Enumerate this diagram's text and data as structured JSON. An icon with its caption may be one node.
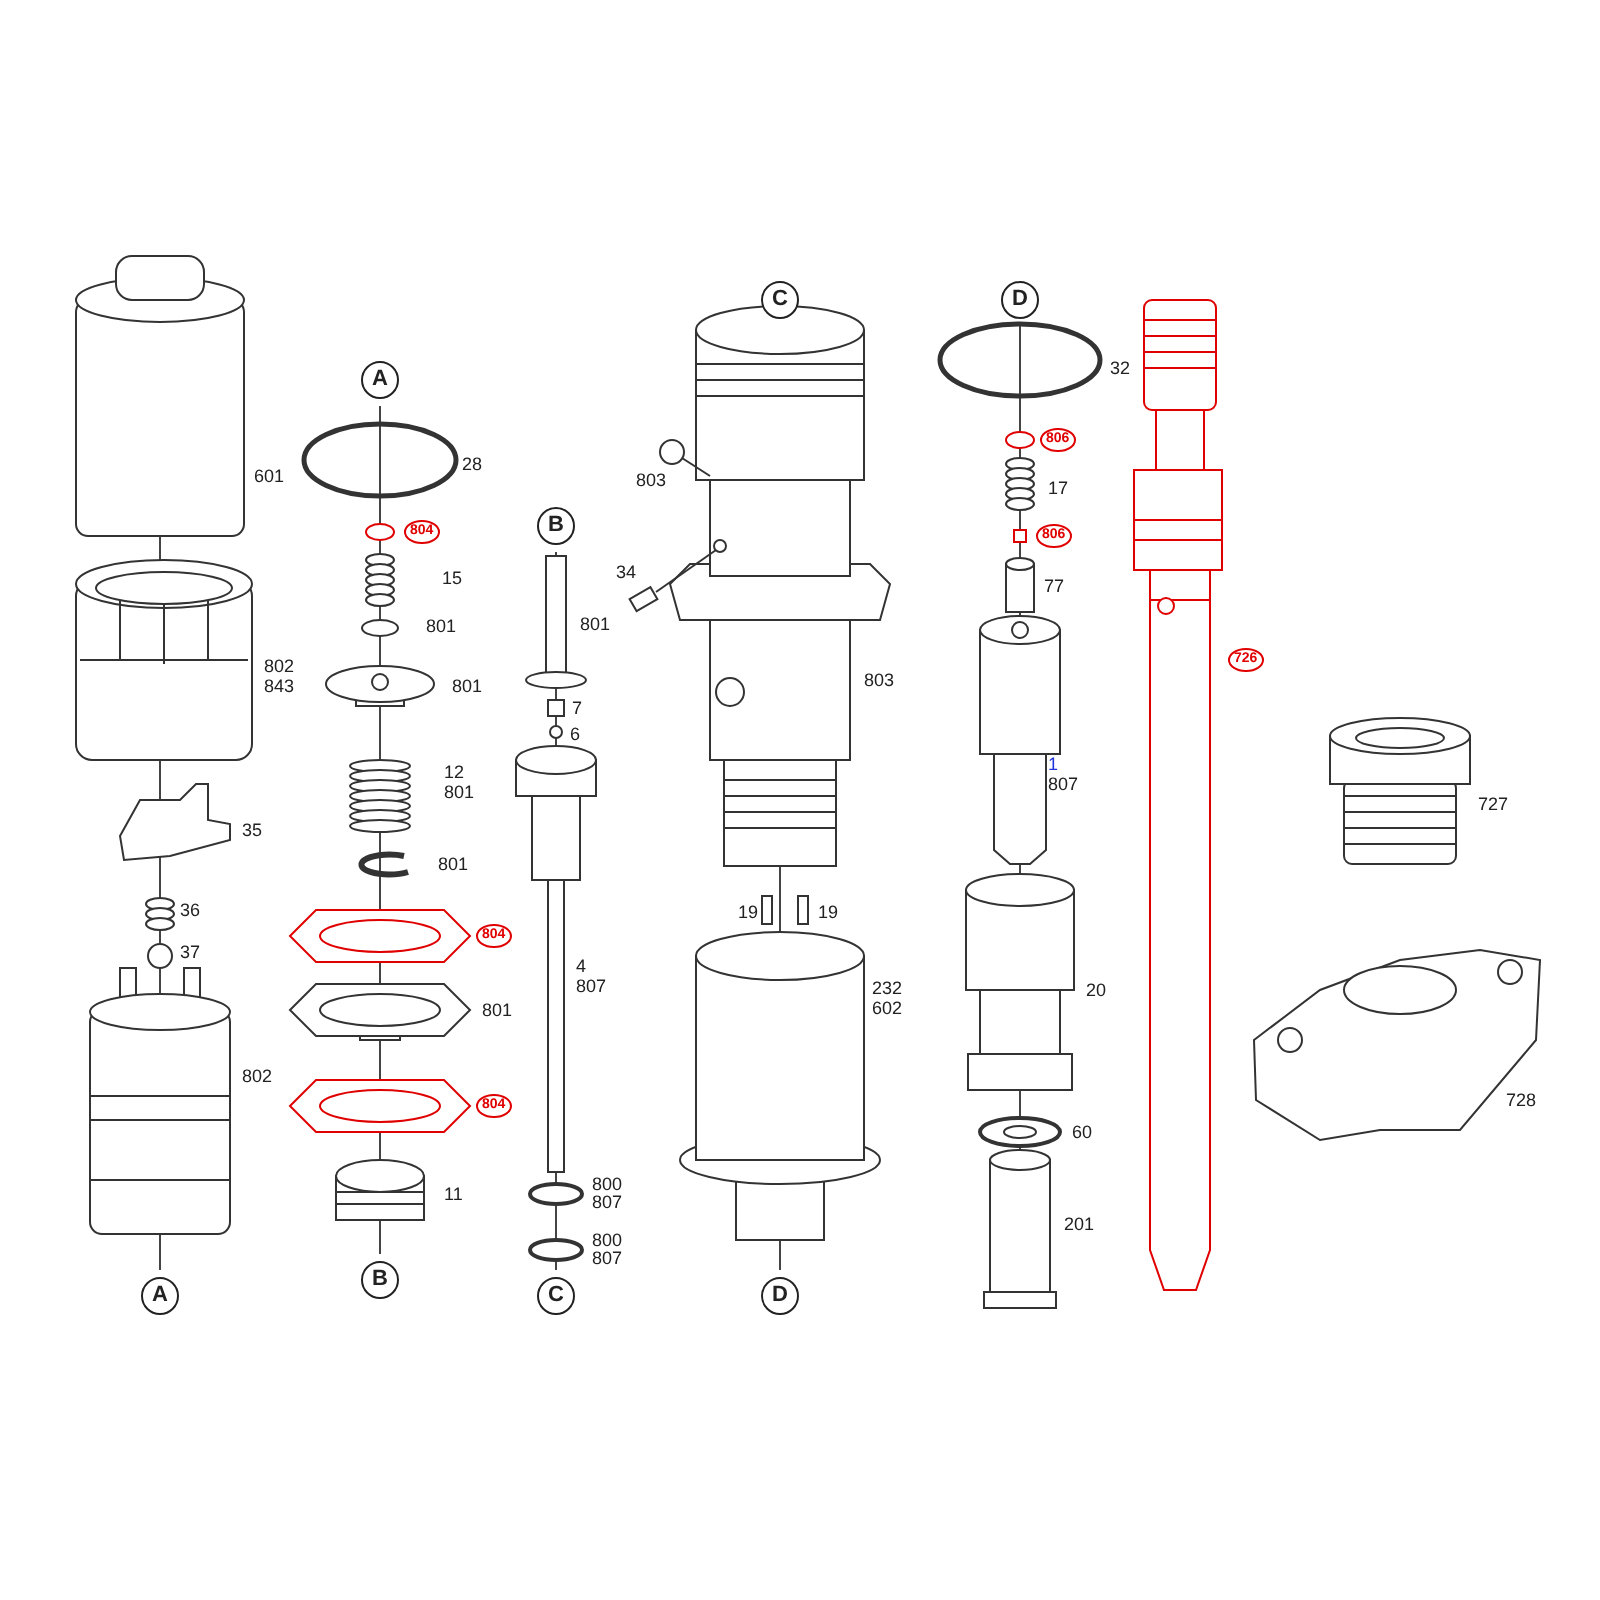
{
  "diagram": {
    "labels": [
      "601",
      "802",
      "843",
      "35",
      "36",
      "37",
      "802",
      "A",
      "A",
      "28",
      "804",
      "15",
      "801",
      "801",
      "12",
      "801",
      "801",
      "804",
      "801",
      "804",
      "11",
      "B",
      "B",
      "801",
      "7",
      "6",
      "4",
      "807",
      "800",
      "807",
      "800",
      "807",
      "C",
      "C",
      "803",
      "34",
      "803",
      "19",
      "19",
      "232",
      "602",
      "D",
      "D",
      "32",
      "806",
      "17",
      "806",
      "77",
      "1",
      "807",
      "20",
      "60",
      "201",
      "726",
      "727",
      "728"
    ]
  }
}
